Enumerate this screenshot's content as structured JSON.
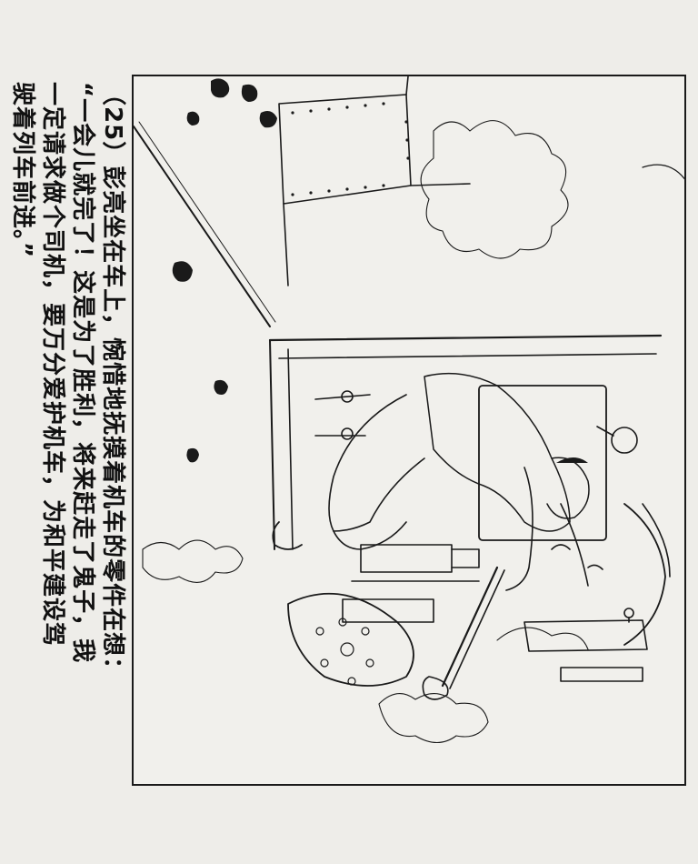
{
  "panel": {
    "number": "25",
    "illustration": {
      "description": "Line-art illustration of a young man (Peng Liang) seated on a locomotive, leaning over and touching its machine parts; riveted cab panels, pipes, valves, levers, a gear wheel, and billowing steam/smoke clouds",
      "rotation_degrees": 90
    },
    "caption": {
      "lines": [
        "（25）彭亮坐在车上，惋惜地抚摸着机车的零件在想：",
        "“一会儿就完了！这是为了胜利，将来赶走了鬼子，我",
        "一定请求做个司机，要万分爱护机车，为和平建设驾",
        "驶着列车前进。”"
      ]
    }
  },
  "colors": {
    "paper": "#eeede9",
    "ink": "#111111",
    "frame_border": "#1a1a1a"
  }
}
